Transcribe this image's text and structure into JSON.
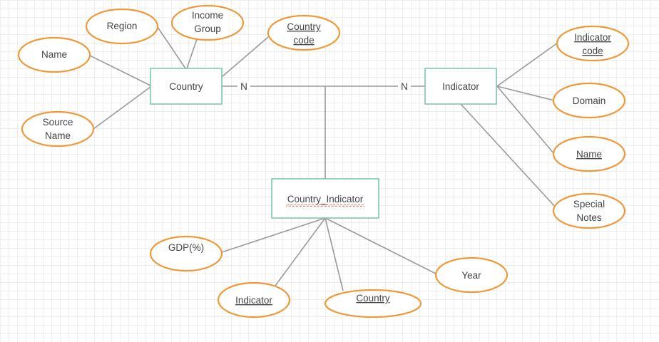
{
  "diagram": {
    "entities": {
      "country": "Country",
      "indicator": "Indicator",
      "country_indicator": "Country_Indicator"
    },
    "cardinality": {
      "country_side": "N",
      "indicator_side": "N"
    },
    "country_attributes": {
      "name": "Name",
      "region": "Region",
      "income_group": [
        "Income",
        "Group"
      ],
      "country_code": [
        "Country",
        "code"
      ],
      "source_name": [
        "Source",
        "Name"
      ]
    },
    "indicator_attributes": {
      "indicator_code": [
        "Indicator",
        "code"
      ],
      "domain": "Domain",
      "name": "Name",
      "special_notes": [
        "Special",
        "Notes"
      ]
    },
    "country_indicator_attributes": {
      "gdp": "GDP(%)",
      "indicator": "Indicator",
      "country": "Country",
      "year": "Year"
    }
  }
}
